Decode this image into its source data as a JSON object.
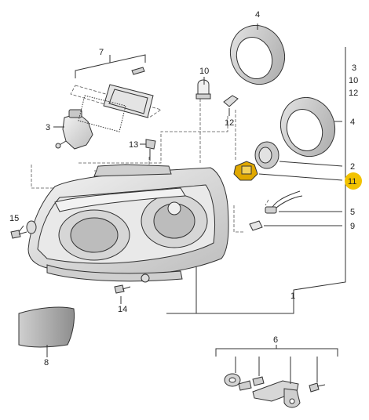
{
  "labels": {
    "l1": "1",
    "l2": "2",
    "l3_left": "3",
    "l3_right": "3",
    "l4_top": "4",
    "l4_right": "4",
    "l5": "5",
    "l6": "6",
    "l7": "7",
    "l8": "8",
    "l9": "9",
    "l10_top": "10",
    "l10_right": "10",
    "l11": "11",
    "l12_right": "12",
    "l12_mid": "12",
    "l13": "13",
    "l14": "14",
    "l15": "15"
  },
  "colors": {
    "highlight": "#f2c200",
    "bulb": "#d9a300"
  }
}
